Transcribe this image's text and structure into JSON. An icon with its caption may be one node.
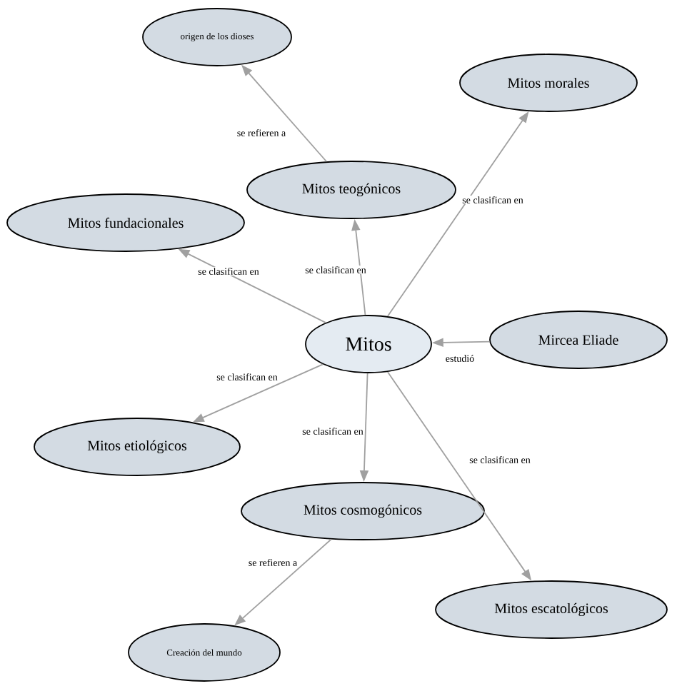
{
  "diagram": {
    "nodes": [
      {
        "text": [
          "Mitos"
        ]
      },
      {
        "text": [
          "Mircea Eliade"
        ]
      },
      {
        "text": [
          "origen de los dioses"
        ]
      },
      {
        "text": [
          "Mitos morales"
        ]
      },
      {
        "text": [
          "Mitos teogónicos"
        ]
      },
      {
        "text": [
          "Mitos fundacionales"
        ]
      },
      {
        "text": [
          "Mitos etiológicos"
        ]
      },
      {
        "text": [
          "Mitos cosmogónicos"
        ]
      },
      {
        "text": [
          "Mitos escatológicos"
        ]
      },
      {
        "text": [
          "Creación del mundo"
        ]
      }
    ],
    "edges": [
      {
        "from": 1,
        "to": 0,
        "arrow": "to",
        "label": "estudió"
      },
      {
        "from": 0,
        "to": 5,
        "arrow": "to",
        "label": "se clasifican en"
      },
      {
        "from": 0,
        "to": 4,
        "arrow": "to",
        "label": "se clasifican en"
      },
      {
        "from": 0,
        "to": 3,
        "arrow": "to",
        "label": "se clasifican en"
      },
      {
        "from": 0,
        "to": 6,
        "arrow": "to",
        "label": "se clasifican en"
      },
      {
        "from": 0,
        "to": 7,
        "arrow": "to",
        "label": "se clasifican en"
      },
      {
        "from": 0,
        "to": 8,
        "arrow": "to",
        "label": "se clasifican en"
      },
      {
        "from": 4,
        "to": 2,
        "arrow": "to",
        "label": "se refieren a"
      },
      {
        "from": 7,
        "to": 9,
        "arrow": "to",
        "label": "se refieren a"
      }
    ]
  }
}
